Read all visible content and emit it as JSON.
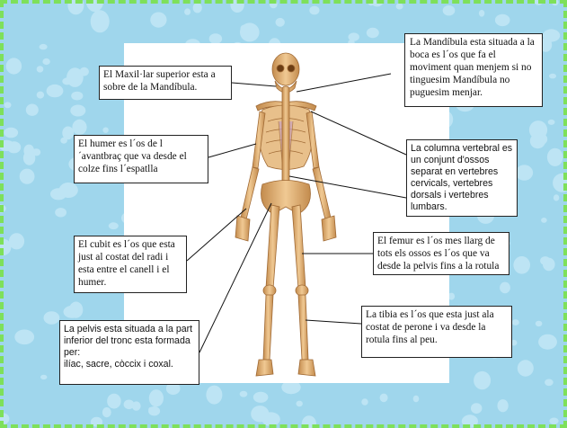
{
  "colors": {
    "background": "#9fd6ec",
    "bubble_highlight": "#d6f1fb",
    "border_dashes": "#7ee05a",
    "bone": "#e2b47a",
    "bone_shadow": "#b98446",
    "text_box_border": "#222222"
  },
  "labels": {
    "maxil_lar": "El Maxil·lar superior esta a sobre de la Mandíbula.",
    "mandibula": "La Mandíbula esta situada a la boca es l´os que fa el moviment quan menjem si no tinguesim Mandíbula no puguesim menjar.",
    "humer": "El humer es l´os de l´avantbraç que va desde el colze fins l´espatlla",
    "columna": "La columna vertebral es un conjunt d'ossos separat en  vertebres cervicals, vertebres dorsals i vertebres lumbars.",
    "cubit": "El cubit es l´os que esta just al costat del radi i esta entre el canell i el humer.",
    "femur": "El femur es l´os mes llarg de tots els ossos es l´os  que va desde la pelvis fins a la rotula",
    "tibia": "La tibia es l´os que esta just ala costat de perone i va desde la rotula fins al peu.",
    "pelvis": "La pelvis esta situada a la part inferior del tronc esta formada per:\nilíac, sacre, còccix i coxal."
  }
}
